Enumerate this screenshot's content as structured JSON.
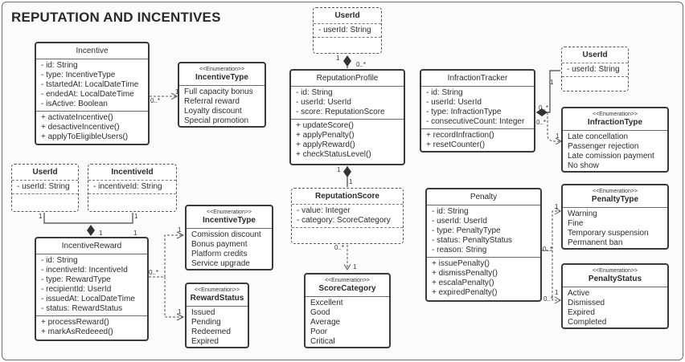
{
  "title": "REPUTATION AND INCENTIVES",
  "boxes": {
    "incentive": {
      "name": "Incentive",
      "attributes": [
        "- id: String",
        "- type: IncentiveType",
        "- tstartedAt: LocalDateTime",
        "- endedAt: LocalDateTime",
        "- isActive: Boolean"
      ],
      "methods": [
        "+ activateIncentive()",
        "+ desactiveIncentive()",
        "+ applyToEligibleUsers()"
      ]
    },
    "incentive_type_1": {
      "stereotype": "<<Enumeration>>",
      "name": "IncentiveType",
      "values": [
        "Full capacity bonus",
        "Referral reward",
        "Loyalty discount",
        "Special promotion"
      ]
    },
    "userid_top": {
      "name": "UserId",
      "attributes": [
        "- userId: String"
      ]
    },
    "reputation_profile": {
      "name": "ReputationProfile",
      "attributes": [
        "- id: String",
        "- userId: UserId",
        "- score: ReputationScore"
      ],
      "methods": [
        "+ updateScore()",
        "+ applyPenalty()",
        "+ applyReward()",
        "+ checkStatusLevel()"
      ]
    },
    "infraction_tracker": {
      "name": "InfractionTracker",
      "attributes": [
        "- id: String",
        "- userId: UserId",
        "- type: InfractionType",
        "- consecutiveCount: Integer"
      ],
      "methods": [
        "+ recordInfraction()",
        "+ resetCounter()"
      ]
    },
    "userid_right": {
      "name": "UserId",
      "attributes": [
        "- userId: String"
      ]
    },
    "infraction_type": {
      "stereotype": "<<Enumeration>>",
      "name": "InfractionType",
      "values": [
        "Late concellation",
        "Passenger rejection",
        "Late comission payment",
        "No show"
      ]
    },
    "userid_left": {
      "name": "UserId",
      "attributes": [
        "- userId: String"
      ]
    },
    "incentiveid": {
      "name": "IncentiveId",
      "attributes": [
        "- incentiveId: String"
      ]
    },
    "incentive_type_2": {
      "stereotype": "<<Enumeration>>",
      "name": "IncentiveType",
      "values": [
        "Comission discount",
        "Bonus payment",
        "Platform credits",
        "Service upgrade"
      ]
    },
    "incentive_reward": {
      "name": "IncentiveReward",
      "attributes": [
        "- id: String",
        "- incentiveId: IncentiveId",
        "- type: RewardType",
        "- recipientId: UserId",
        "- issuedAt: LocalDateTime",
        "- status: RewardStatus"
      ],
      "methods": [
        "+ processReward()",
        "+ markAsRedeeed()"
      ]
    },
    "reward_status": {
      "stereotype": "<<Enumeration>>",
      "name": "RewardStatus",
      "values": [
        "Issued",
        "Pending",
        "Redeemed",
        "Expired"
      ]
    },
    "reputation_score": {
      "name": "ReputationScore",
      "attributes": [
        "- value: Integer",
        "- category: ScoreCategory"
      ]
    },
    "score_category": {
      "stereotype": "<<Enumeration>>",
      "name": "ScoreCategory",
      "values": [
        "Excellent",
        "Good",
        "Average",
        "Poor",
        "Critical"
      ]
    },
    "penalty": {
      "name": "Penalty",
      "attributes": [
        "- id: String",
        "- userId: UserId",
        "- type: PenaltyType",
        "- status: PenaltyStatus",
        "- reason: String"
      ],
      "methods": [
        "+ issuePenalty()",
        "+ dismissPenalty()",
        "+ escalaPenalty()",
        "+ expiredPenalty()"
      ]
    },
    "penalty_type": {
      "stereotype": "<<Enumeration>>",
      "name": "PenaltyType",
      "values": [
        "Warning",
        "Fine",
        "Temporary suspension",
        "Permanent ban"
      ]
    },
    "penalty_status": {
      "stereotype": "<<Enumeration>>",
      "name": "PenaltyStatus",
      "values": [
        "Active",
        "Dismissed",
        "Expired",
        "Completed"
      ]
    }
  },
  "multiplicities": {
    "incentive_to_type_src": "0..*",
    "incentive_to_type_dst": "1",
    "profile_to_userid_top": "1",
    "profile_to_userid_bottom": "0..*",
    "tracker_to_userid_top": "1",
    "tracker_to_userid_bottom": "0..*",
    "tracker_to_inftype_src": "0..*",
    "tracker_to_inftype_dst": "1",
    "profile_to_score_top": "1",
    "profile_to_score_bottom": "1",
    "reward_userid": "1",
    "reward_incentiveid": "1",
    "reward_left": "1",
    "reward_right": "1",
    "reward_to_enum_src": "0..*",
    "reward_to_enum_dst_a": "1",
    "reward_to_enum_dst_b": "1",
    "score_to_category_src": "0..*",
    "score_to_category_dst": "1",
    "penalty_to_type_src": "0..*",
    "penalty_to_type_dst": "1",
    "penalty_to_status_src": "0..*",
    "penalty_to_status_dst": "1"
  }
}
